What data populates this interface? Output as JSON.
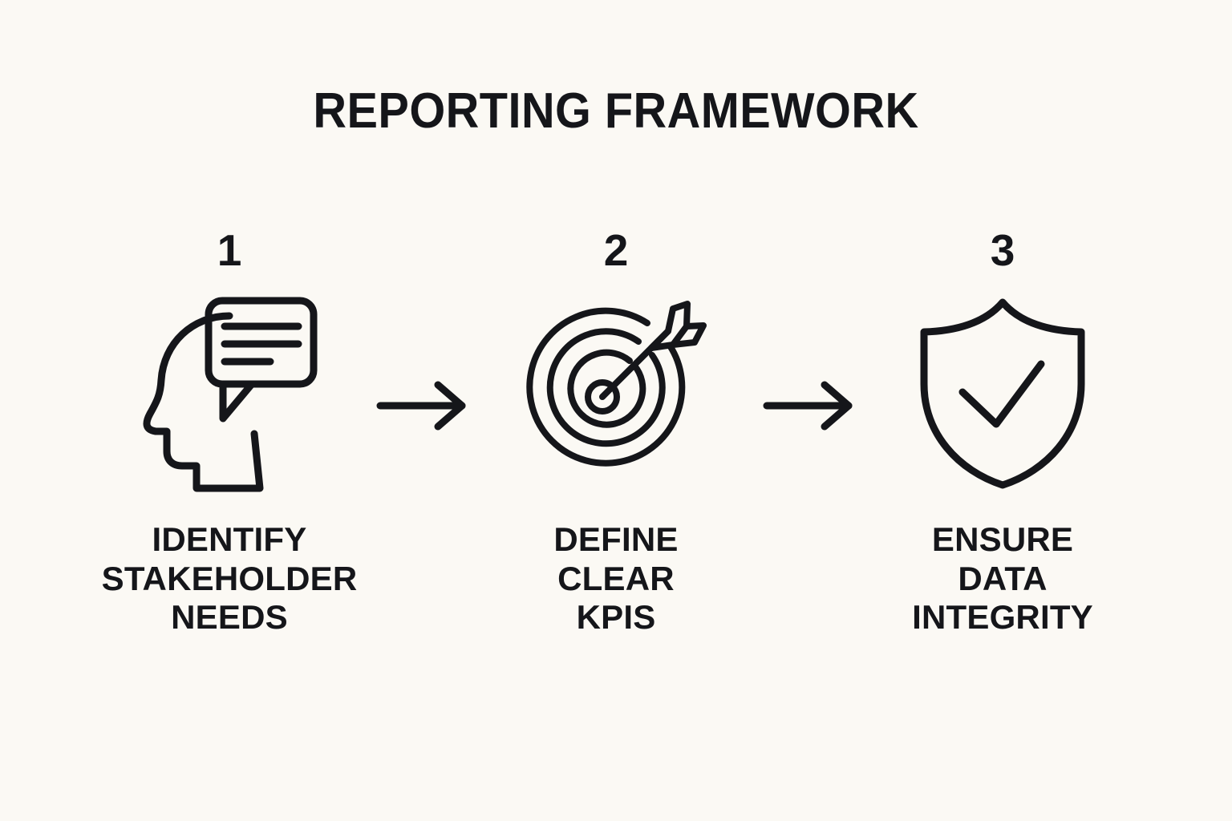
{
  "page": {
    "title": "REPORTING FRAMEWORK",
    "background_color": "#fbf9f4",
    "ink_color": "#15161a"
  },
  "steps": [
    {
      "number": "1",
      "icon": "head-speech-bubble-icon",
      "label_lines": [
        "IDENTIFY",
        "STAKEHOLDER",
        "NEEDS"
      ],
      "label_text": "IDENTIFY STAKEHOLDER NEEDS"
    },
    {
      "number": "2",
      "icon": "target-arrow-icon",
      "label_lines": [
        "DEFINE",
        "CLEAR",
        "KPIS"
      ],
      "label_text": "DEFINE CLEAR KPIS"
    },
    {
      "number": "3",
      "icon": "shield-check-icon",
      "label_lines": [
        "ENSURE",
        "DATA",
        "INTEGRITY"
      ],
      "label_text": "ENSURE DATA INTEGRITY"
    }
  ],
  "connectors": [
    {
      "icon": "arrow-right-icon"
    },
    {
      "icon": "arrow-right-icon"
    }
  ]
}
